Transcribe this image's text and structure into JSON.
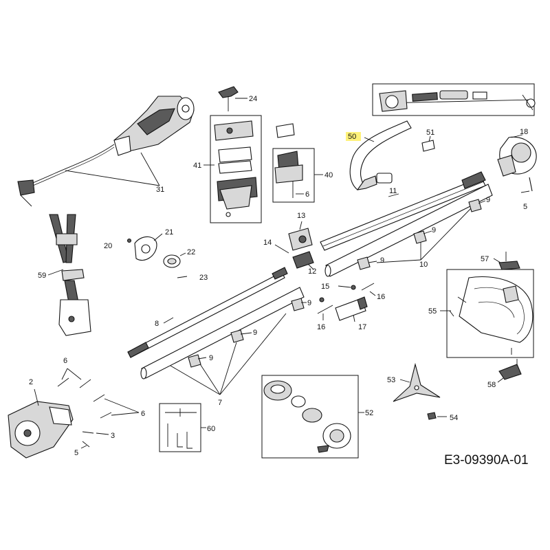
{
  "diagram_code": "E3-09390A-01",
  "highlight_color": "#fff27a",
  "labels": {
    "p2": "2",
    "p3": "3",
    "p5a": "5",
    "p5b": "5",
    "p6a": "6",
    "p6b": "6",
    "p6c": "6",
    "p7": "7",
    "p8": "8",
    "p9a": "9",
    "p9b": "9",
    "p9c": "9",
    "p9d": "9",
    "p9e": "9",
    "p9f": "9",
    "p10": "10",
    "p11": "11",
    "p12": "12",
    "p13": "13",
    "p14": "14",
    "p15": "15",
    "p16a": "16",
    "p16b": "16",
    "p17": "17",
    "p18": "18",
    "p20": "20",
    "p21": "21",
    "p22": "22",
    "p23": "23",
    "p24": "24",
    "p31": "31",
    "p40": "40",
    "p41": "41",
    "p50": "50",
    "p51": "51",
    "p52": "52",
    "p53": "53",
    "p54": "54",
    "p55": "55",
    "p57": "57",
    "p58": "58",
    "p59": "59",
    "p60": "60"
  }
}
